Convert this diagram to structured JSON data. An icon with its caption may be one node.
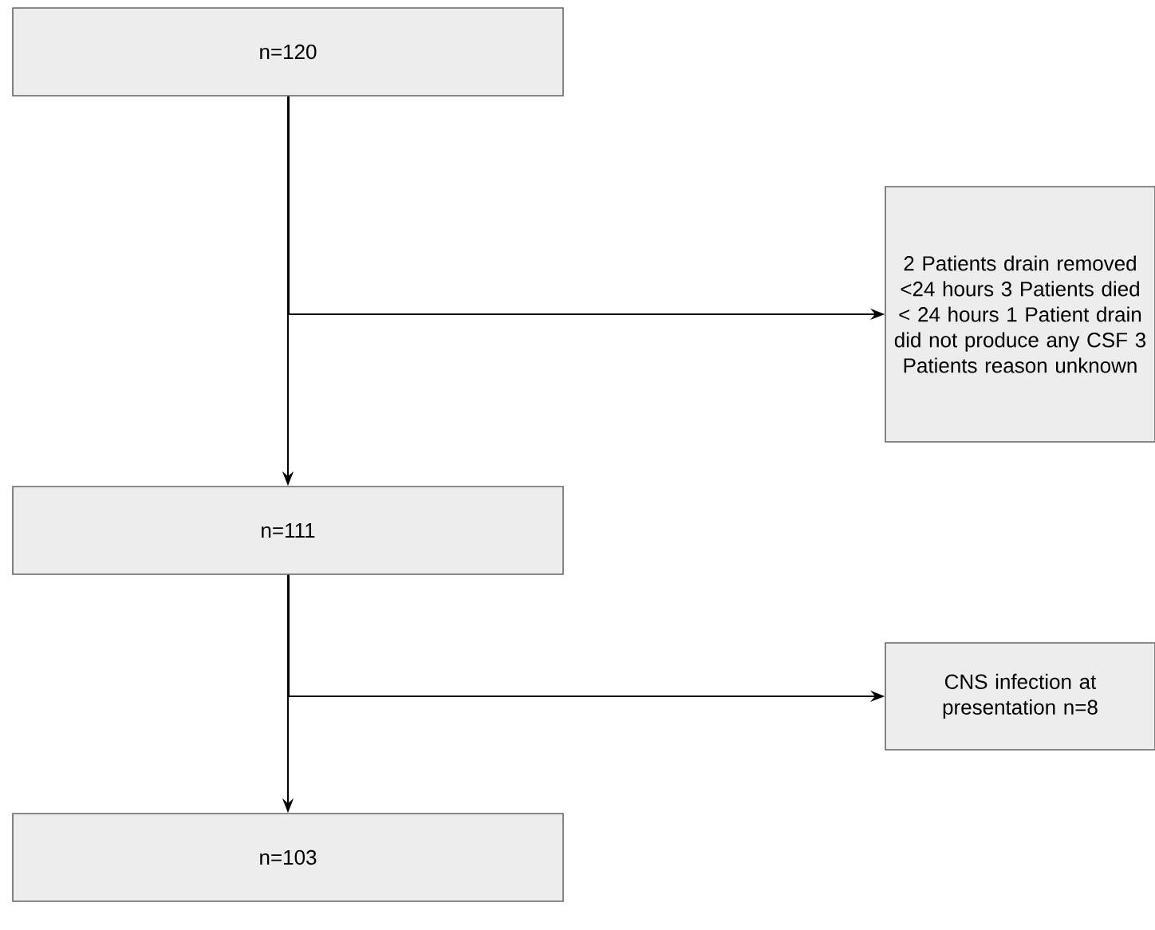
{
  "diagram": {
    "nodes": [
      {
        "text": [
          "n=120"
        ]
      },
      {
        "text": [
          "2 Patients drain removed <24 hours 3 Patients died < 24 hours 1 Patient drain did not produce any CSF 3 Patients reason unknown"
        ]
      },
      {
        "text": [
          "n=111"
        ]
      },
      {
        "text": [
          "CNS infection at presentation n=8"
        ]
      },
      {
        "text": [
          "n=103"
        ]
      }
    ],
    "edges": [
      {
        "from": 0,
        "to": 2,
        "arrow": "to"
      },
      {
        "from": 0,
        "to": 1,
        "arrow": "to"
      },
      {
        "from": 2,
        "to": 4,
        "arrow": "to"
      },
      {
        "from": 2,
        "to": 3,
        "arrow": "to"
      }
    ]
  }
}
